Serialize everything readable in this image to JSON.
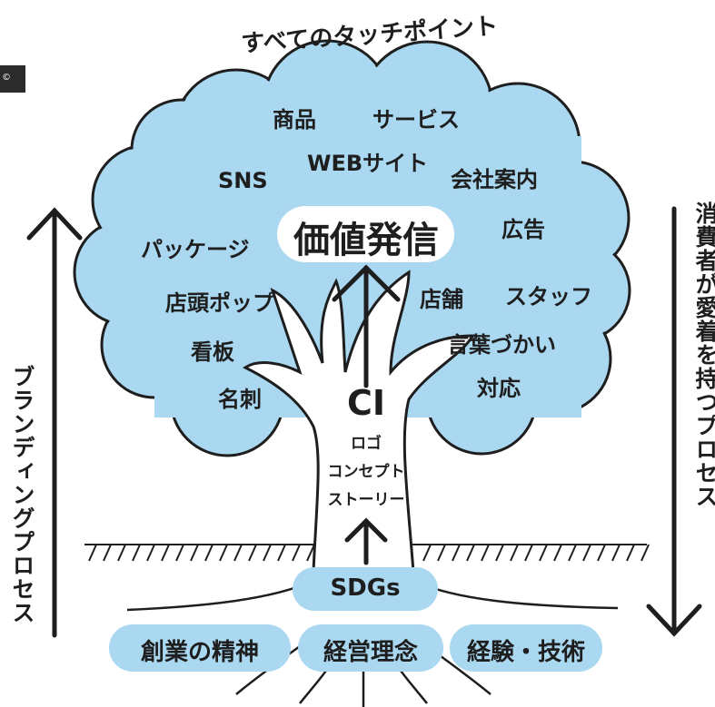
{
  "title": "すべてのタッチポイント",
  "touchpoints": {
    "shohin": "商品",
    "service": "サービス",
    "web": "WEBサイト",
    "sns": "SNS",
    "company": "会社案内",
    "ad": "広告",
    "package": "パッケージ",
    "pop": "店頭ポップ",
    "store": "店舗",
    "staff": "スタッフ",
    "sign": "看板",
    "words": "言葉づかい",
    "card": "名刺",
    "response": "対応"
  },
  "value": "価値発信",
  "ci": {
    "title": "CI",
    "items": [
      "ロゴ",
      "コンセプト",
      "ストーリー"
    ]
  },
  "sdgs": "SDGs",
  "roots": [
    "創業の精神",
    "経営理念",
    "経験・技術"
  ],
  "left_process": "ブランディングプロセス",
  "right_process": "消費者が愛着を持つプロセス",
  "corner_badge": "©",
  "colors": {
    "canopy": "#a9d8f0",
    "ink": "#1e1e1e",
    "pill": "#a9d8f0"
  }
}
